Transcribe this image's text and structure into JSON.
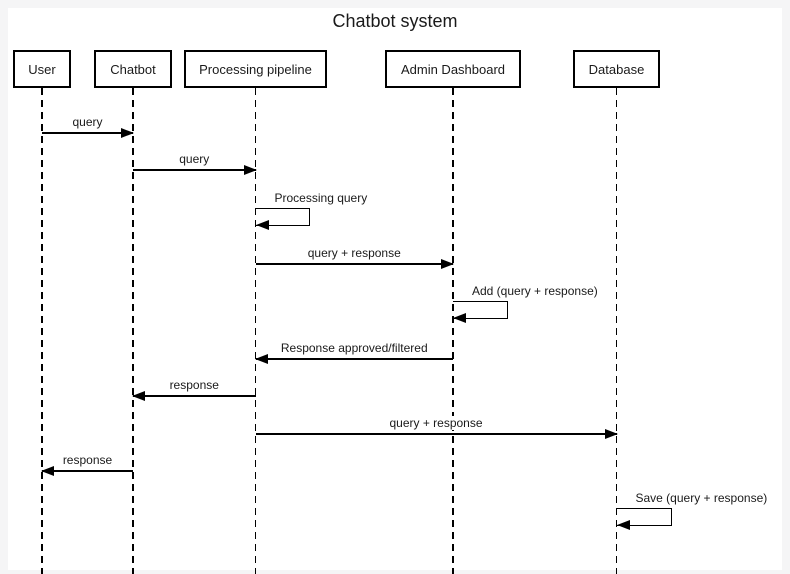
{
  "diagram": {
    "title": "Chatbot system",
    "type": "sequence-diagram",
    "colors": {
      "line": "#000000",
      "box_border": "#000000",
      "box_fill": "#ffffff",
      "canvas_background": "#ffffff",
      "outer_background": "#f5f5f6",
      "text": "#1a1a1a"
    },
    "actors": [
      {
        "name": "User"
      },
      {
        "name": "Chatbot"
      },
      {
        "name": "Processing pipeline"
      },
      {
        "name": "Admin Dashboard"
      },
      {
        "name": "Database"
      }
    ],
    "messages": [
      {
        "label": "query",
        "from": "User",
        "to": "Chatbot",
        "type": "arrow"
      },
      {
        "label": "query",
        "from": "Chatbot",
        "to": "Processing pipeline",
        "type": "arrow"
      },
      {
        "label": "Processing query",
        "from": "Processing pipeline",
        "to": "Processing pipeline",
        "type": "self"
      },
      {
        "label": "query + response",
        "from": "Processing pipeline",
        "to": "Admin Dashboard",
        "type": "arrow"
      },
      {
        "label": "Add (query + response)",
        "from": "Admin Dashboard",
        "to": "Admin Dashboard",
        "type": "self"
      },
      {
        "label": "Response approved/filtered",
        "from": "Admin Dashboard",
        "to": "Processing pipeline",
        "type": "arrow"
      },
      {
        "label": "response",
        "from": "Processing pipeline",
        "to": "Chatbot",
        "type": "arrow"
      },
      {
        "label": "query + response",
        "from": "Processing pipeline",
        "to": "Database",
        "type": "arrow"
      },
      {
        "label": "response",
        "from": "Chatbot",
        "to": "User",
        "type": "arrow"
      },
      {
        "label": "Save (query + response)",
        "from": "Database",
        "to": "Database",
        "type": "self"
      }
    ]
  }
}
